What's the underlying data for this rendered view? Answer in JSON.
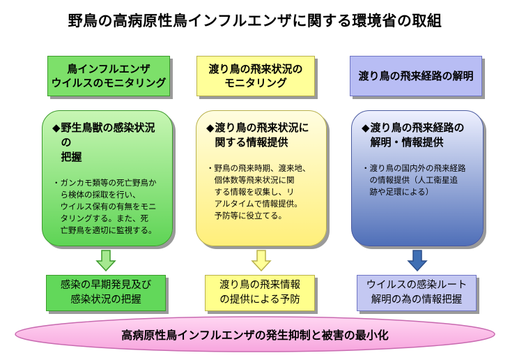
{
  "title": "野鳥の高病原性鳥インフルエンザに関する環境省の取組",
  "columns": [
    {
      "header": "鳥インフルエンザ\nウイルスのモニタリング",
      "panel_heading": "野生鳥獣の感染状況の\n把握",
      "panel_body": "・ガンカモ類等の死亡野鳥か\n　ら検体の採取を行い、\n　ウイルス保有の有無をモニ\n　タリングする。また、死\n　亡野鳥を適切に監視する。",
      "result": "感染の早期発見及び\n感染状況の把握",
      "colors": {
        "header_bg": "#7de06a",
        "header_border": "#3a9a2a",
        "panel_top": "#c8f6b4",
        "panel_bottom": "#5ed455",
        "panel_border": "#3a9a2a",
        "arrow_fill": "#a6e890",
        "arrow_stroke": "#3a9a2a",
        "result_bg": "#62d85a",
        "result_border": "#3a9a2a"
      }
    },
    {
      "header": "渡り鳥の飛来状況の\nモニタリング",
      "panel_heading": "渡り鳥の飛来状況に\n関する情報提供",
      "panel_body": "・野鳥の飛来時期、渡来地、\n　個体数等飛来状況に関\n　する情報を収集し、リ\n　アルタイムで情報提供。\n　予防等に役立てる。",
      "result": "渡り鳥の飛来情報\nの提供による予防",
      "colors": {
        "header_bg": "#ffff99",
        "header_border": "#b8b04a",
        "panel_top": "#fffde0",
        "panel_bottom": "#ffef7a",
        "panel_border": "#b8b04a",
        "arrow_fill": "#ffff99",
        "arrow_stroke": "#b8b04a",
        "result_bg": "#ffff8c",
        "result_border": "#b8b04a"
      }
    },
    {
      "header": "渡り鳥の飛来経路の解明",
      "panel_heading": "渡り鳥の飛来経路の\n解明・情報提供",
      "panel_body": "・渡り鳥の国内外の飛来経路\n　の情報提供（人工衛星追\n　跡や足環による）",
      "result": "ウイルスの感染ルート\n解明の為の情報把握",
      "colors": {
        "header_bg": "#b8bdf4",
        "header_border": "#6e74c4",
        "panel_top": "#eef0ff",
        "panel_bottom": "#4f6fb8",
        "panel_border": "#4a5aa0",
        "arrow_fill": "#3f6fb4",
        "arrow_stroke": "#2d4f8a",
        "result_bg": "#c4c8f2",
        "result_border": "#6e74c4"
      }
    }
  ],
  "bullet": "◆",
  "bottom_banner": "高病原性鳥インフルエンザの発生抑制と被害の最小化",
  "banner_colors": {
    "top": "#ffd6f2",
    "bottom": "#f7a6de",
    "border": "#c86ab0"
  }
}
